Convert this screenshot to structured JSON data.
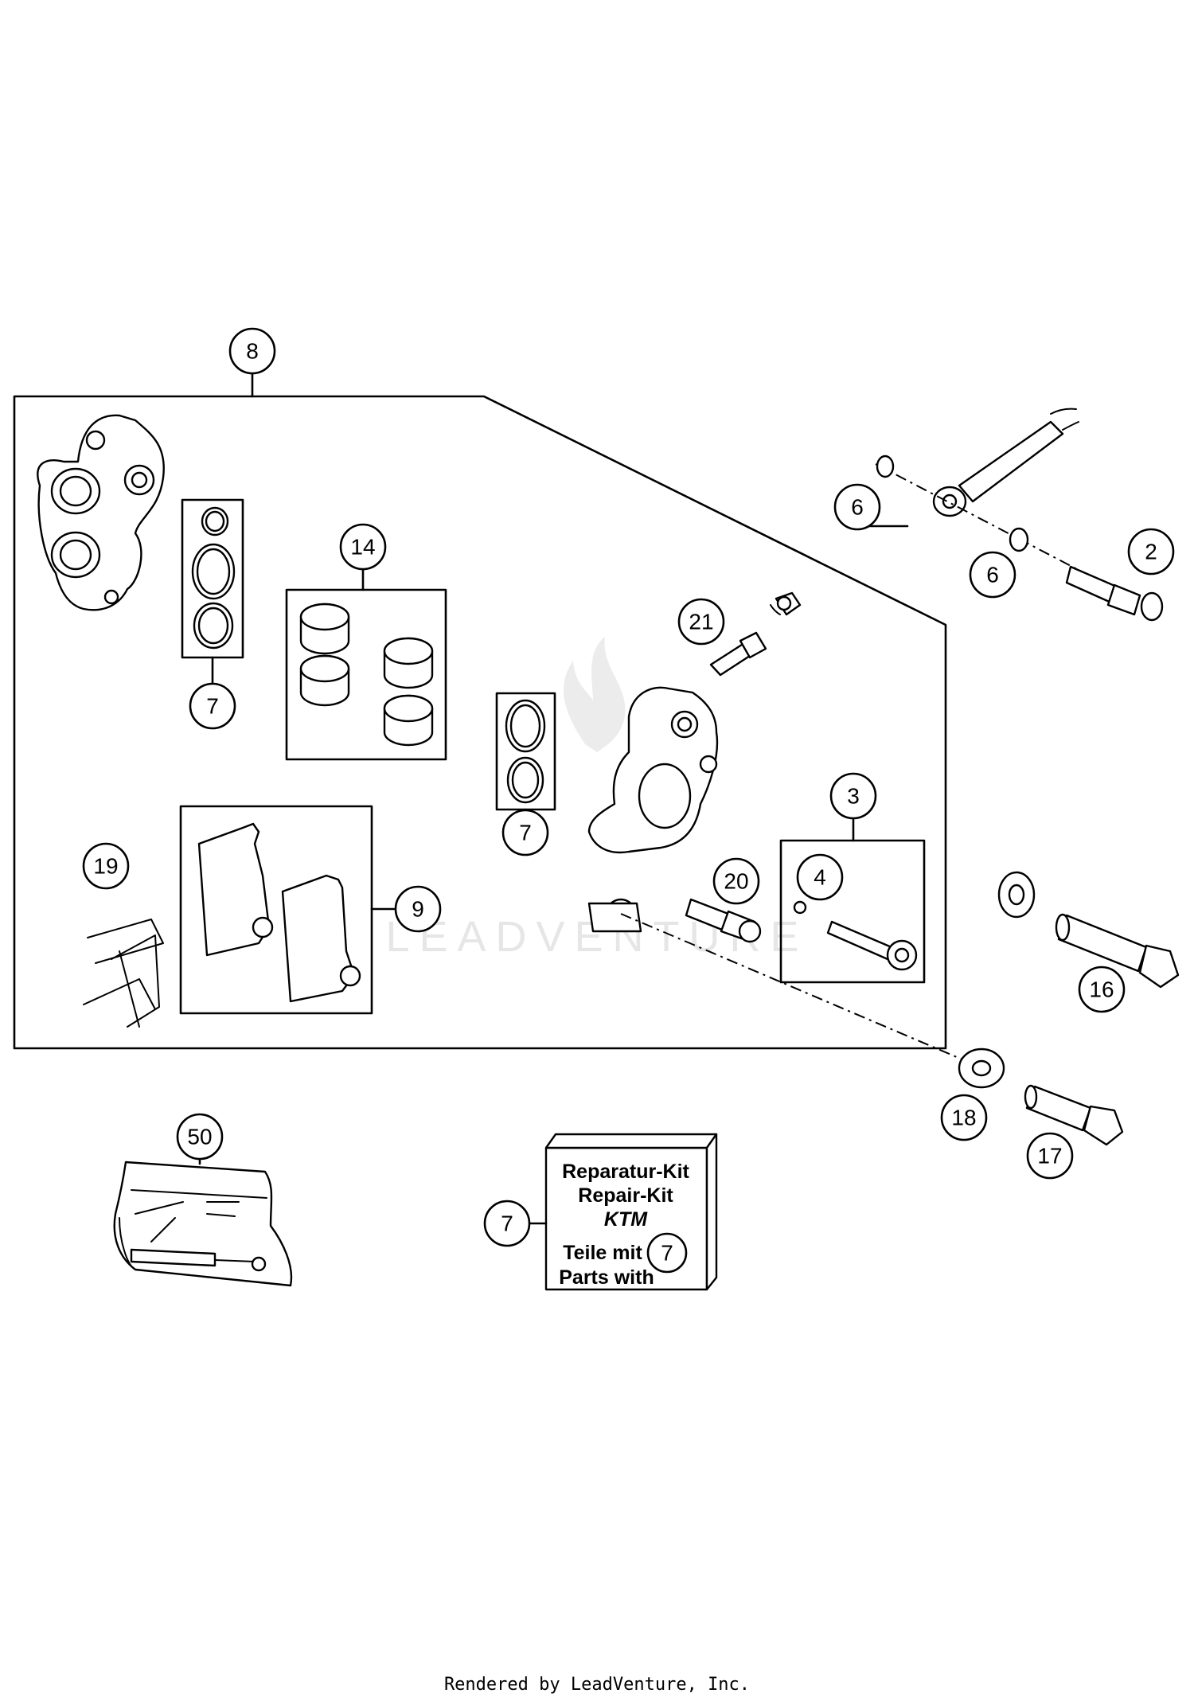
{
  "callouts": {
    "c8": "8",
    "c7a": "7",
    "c14": "14",
    "c21": "21",
    "c6a": "6",
    "c6b": "6",
    "c2": "2",
    "c7b": "7",
    "c3": "3",
    "c4": "4",
    "c20": "20",
    "c19": "19",
    "c9": "9",
    "c16": "16",
    "c18": "18",
    "c17": "17",
    "c50": "50",
    "c7c": "7",
    "c7d": "7"
  },
  "kit_label": {
    "line1": "Reparatur-Kit",
    "line2": "Repair-Kit",
    "brand": "KTM",
    "line3": "Teile mit",
    "line4": "Parts with"
  },
  "watermark": "LEADVENTURE",
  "footer": "Rendered by LeadVenture, Inc."
}
